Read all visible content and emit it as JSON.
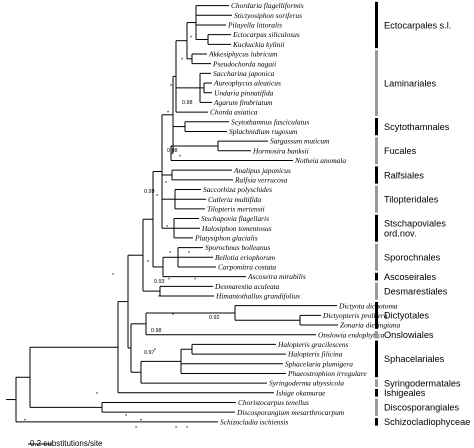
{
  "taxa": [
    "Chordaria flagelliformis",
    "Stictyosiphon soriferus",
    "Pilayella littoralis",
    "Ectocarpus siliculosus",
    "Kuckuckia kylinii",
    "Akkesiphycus lubricum",
    "Pseudochorda nagaii",
    "Saccharina japonica",
    "Aureophycus aleuticus",
    "Undaria pinnatifida",
    "Agarum fimbriatum",
    "Chorda asiatica",
    "Scytothamnus fasciculatus",
    "Splachnidium rugosum",
    "Sargassum muticum",
    "Hormosira banksii",
    "Notheia anomala",
    "Analipus japonicus",
    "Ralfsia verrucosa",
    "Saccorhiza polyschides",
    "Cutleria multifida",
    "Tilopteris mertensii",
    "Stschapovia flagellaris",
    "Halosiphon tomentosus",
    "Platysiphon glacialis",
    "Sporochnus bolleanus",
    "Bellotia eriophorum",
    "Carpomitra costata",
    "Ascoseira mirabilis",
    "Desmarestia aculeata",
    "Himantothallus grandifolius",
    "Dictyota dichotoma",
    "Dictyopteris prolifera",
    "Zonaria diesingiana",
    "Onslowia endophytica",
    "Halopteris gracilescens",
    "Halopteris filicina",
    "Sphacelaria plumigera",
    "Phaeostrophion irregulare",
    "Syringoderma abyssicola",
    "Ishige okamurae",
    "Choristocarpus tenellus",
    "Discosporangium mesarthrocarpum",
    "Schizocladia ischiensis"
  ],
  "orders": [
    {
      "lines": [
        "Ectocarpales s.l."
      ]
    },
    {
      "lines": [
        "Laminariales"
      ]
    },
    {
      "lines": [
        "Scytothamnales"
      ]
    },
    {
      "lines": [
        "Fucales"
      ]
    },
    {
      "lines": [
        "Ralfsiales"
      ]
    },
    {
      "lines": [
        "Tilopteridales"
      ]
    },
    {
      "lines": [
        "Stschapoviales",
        "ord.nov."
      ]
    },
    {
      "lines": [
        "Sporochnales"
      ]
    },
    {
      "lines": [
        "Ascoseirales"
      ]
    },
    {
      "lines": [
        "Desmarestiales"
      ]
    },
    {
      "lines": [
        "Dictyotales"
      ]
    },
    {
      "lines": [
        "Onslowiales"
      ]
    },
    {
      "lines": [
        "Sphacelariales"
      ]
    },
    {
      "lines": [
        "Syringodermatales"
      ]
    },
    {
      "lines": [
        "Ishigeales"
      ]
    },
    {
      "lines": [
        "Discosporangiales"
      ]
    },
    {
      "lines": [
        "Schizocladiophyceae"
      ]
    }
  ],
  "support_values": {
    "laminariales_node": "0.98",
    "fucales_node": "0.98",
    "phaeophyceae_crown_node": "0.99",
    "sporochnales_node": "0.93",
    "dictyota_node": "0.92",
    "dictyotales_node": "0.98",
    "sphacelariales_node": "0.97",
    "full_support_symbol": "*"
  },
  "scale_bar": {
    "label": "0.2 substitutions/site"
  },
  "colors": {
    "primary_bar": "#000000",
    "secondary_bar": "#9a9a9a",
    "line": "#000000"
  }
}
